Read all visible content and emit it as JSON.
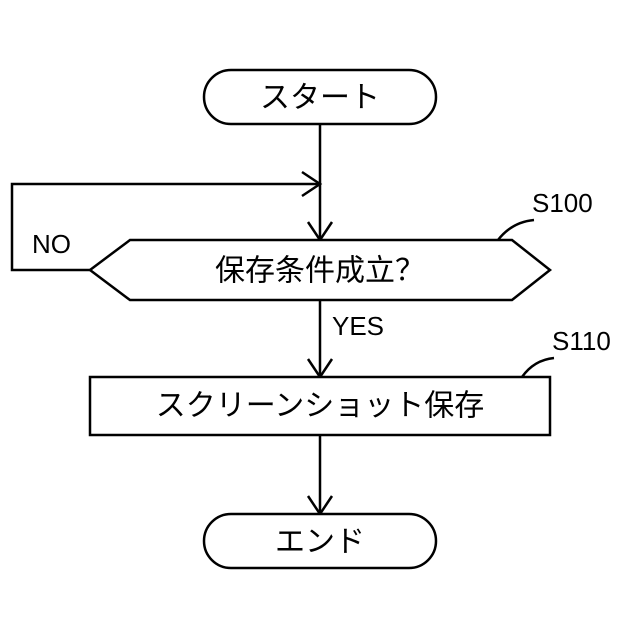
{
  "flowchart": {
    "start": {
      "label": "スタート"
    },
    "decision": {
      "step_id": "S100",
      "label": "保存条件成立？",
      "no_label": "NO",
      "yes_label": "YES"
    },
    "process": {
      "step_id": "S110",
      "label": "スクリーンショット保存"
    },
    "end": {
      "label": "エンド"
    }
  },
  "colors": {
    "line": "#000000",
    "fill": "#ffffff"
  }
}
